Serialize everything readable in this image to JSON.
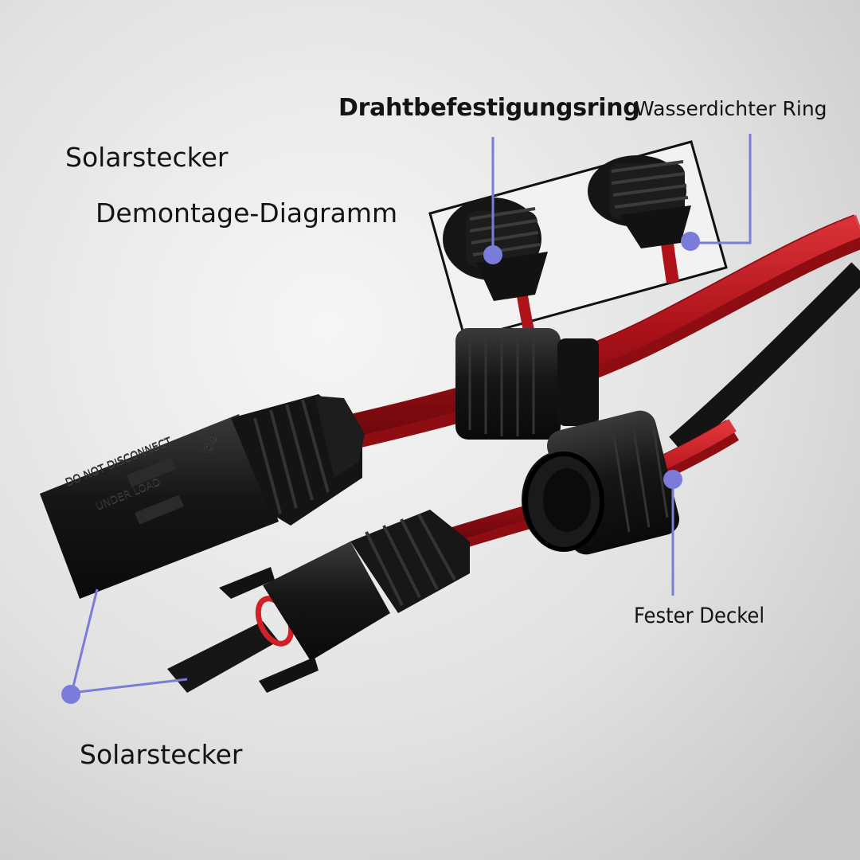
{
  "labels": {
    "title_line1": "Solarstecker",
    "title_line2": "Demontage-Diagramm",
    "wire_ring": "Drahtbefestigungsring",
    "waterproof_ring": "Wasserdichter Ring",
    "fixed_cap": "Fester Deckel",
    "plug": "Solarstecker"
  },
  "connector_markings": {
    "warning_line1": "DO NOT DISCONNECT",
    "warning_line2": "UNDER LOAD",
    "mark": "Ⓒ⊕"
  },
  "colors": {
    "background": "#e4e4e4",
    "callout": "#7b7bd9",
    "wire_red": "#b8141c",
    "wire_black": "#1a1a1a",
    "connector": "#141414",
    "seal_ring": "#d02028"
  }
}
